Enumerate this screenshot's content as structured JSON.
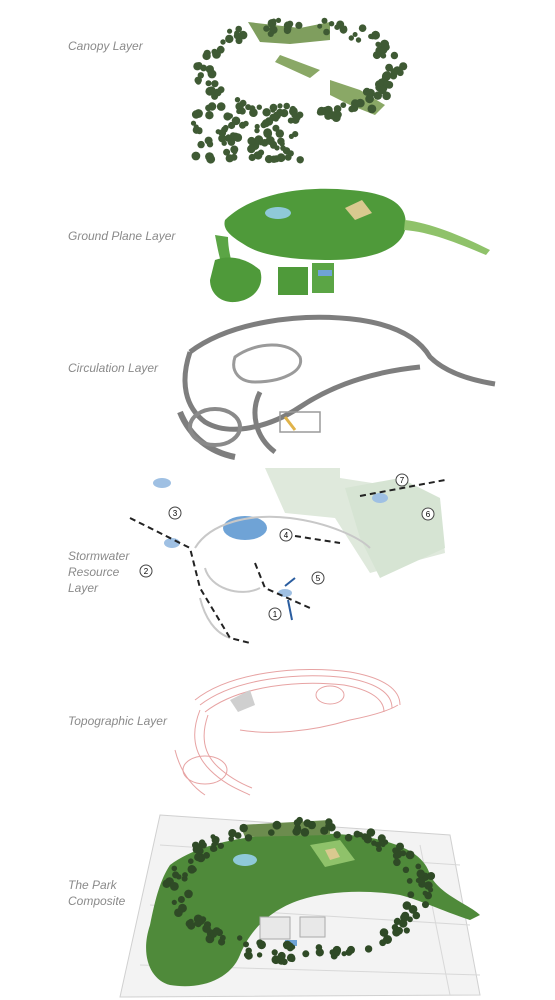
{
  "layers": [
    {
      "id": "canopy",
      "label_lines": [
        "Canopy Layer"
      ]
    },
    {
      "id": "ground",
      "label_lines": [
        "Ground Plane Layer"
      ]
    },
    {
      "id": "circulation",
      "label_lines": [
        "Circulation Layer"
      ]
    },
    {
      "id": "stormwater",
      "label_lines": [
        "Stormwater",
        "Resource",
        "Layer"
      ]
    },
    {
      "id": "topographic",
      "label_lines": [
        "Topographic Layer"
      ]
    },
    {
      "id": "composite",
      "label_lines": [
        "The Park",
        "Composite"
      ]
    }
  ],
  "stormwater_markers": [
    "1",
    "2",
    "3",
    "4",
    "5",
    "6",
    "7"
  ],
  "colors": {
    "label": "#8a8a8a",
    "canopy": "#3f5a34",
    "lawn": "#4f9a3a",
    "lawn_light": "#8fc26a",
    "paving": "#8a8a8a",
    "water": "#6fa3d6",
    "topo": "#e7a3a3",
    "green_zone": "#dfe9dc"
  }
}
